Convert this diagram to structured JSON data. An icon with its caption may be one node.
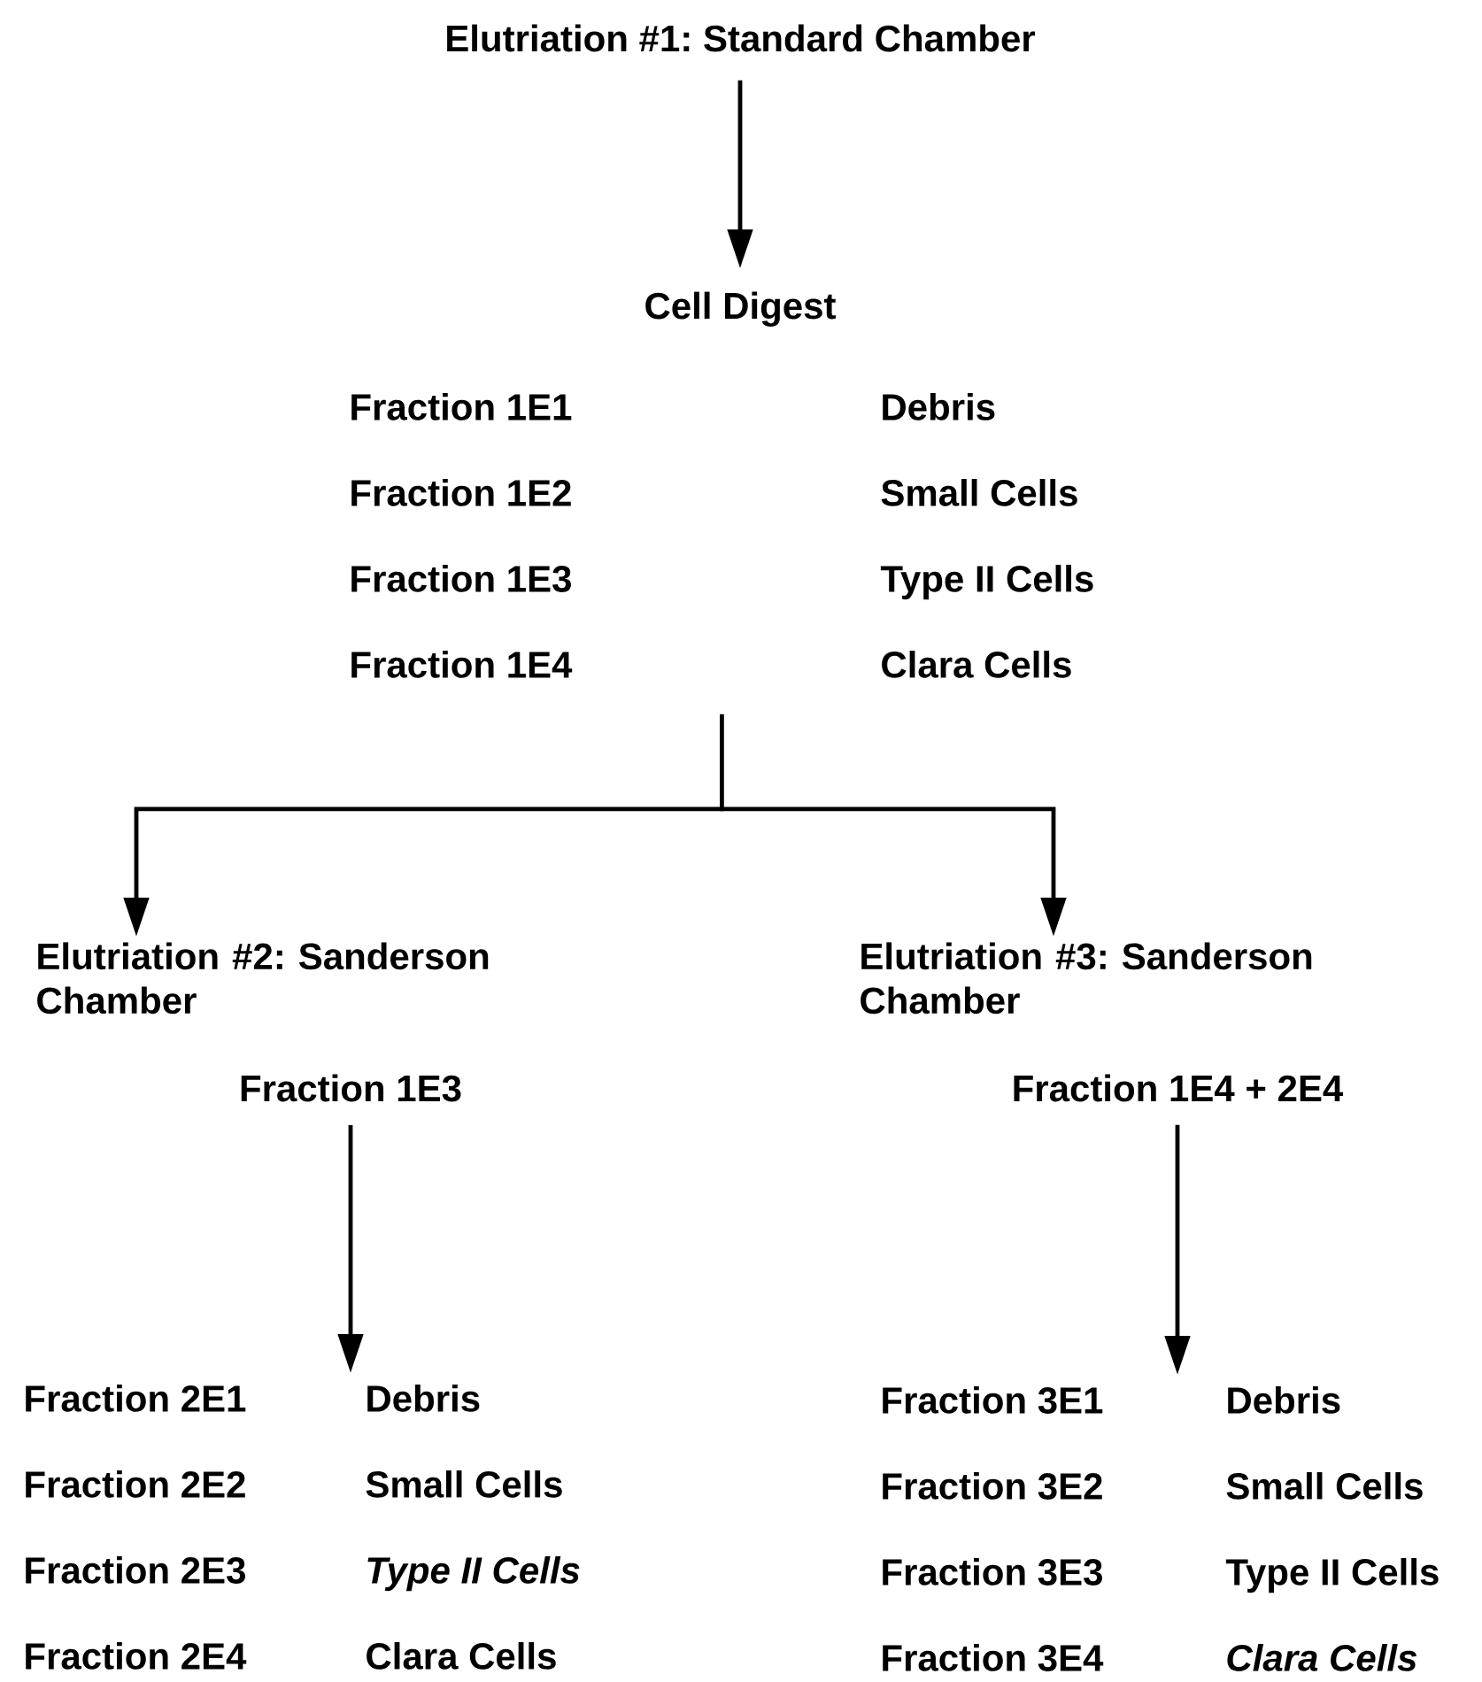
{
  "diagram": {
    "nodes": [
      {
        "text": [
          "Elutriation #1: Standard Chamber"
        ]
      },
      {
        "text": [
          "Cell Digest"
        ]
      },
      {
        "text": [
          "Fraction 1E1",
          "Debris",
          "Fraction 1E2",
          "Small Cells",
          "Fraction 1E3",
          "Type II Cells",
          "Fraction 1E4",
          "Clara Cells"
        ]
      },
      {
        "text": [
          "Elutriation #2: Sanderson Chamber"
        ]
      },
      {
        "text": [
          "Elutriation #3: Sanderson Chamber"
        ]
      },
      {
        "text": [
          "Fraction 1E3"
        ]
      },
      {
        "text": [
          "Fraction 1E4 + 2E4"
        ]
      },
      {
        "text": [
          "Fraction 2E1",
          "Debris",
          "Fraction 2E2",
          "Small Cells",
          "Fraction 2E3",
          "Type II Cells",
          "Fraction 2E4",
          "Clara Cells"
        ]
      },
      {
        "text": [
          "Fraction 3E1",
          "Debris",
          "Fraction 3E2",
          "Small Cells",
          "Fraction 3E3",
          "Type II Cells",
          "Fraction 3E4",
          "Clara Cells"
        ]
      }
    ],
    "edges": [
      {
        "from": 0,
        "to": 1,
        "arrow": "to"
      },
      {
        "from": 2,
        "to": 3,
        "arrow": "to"
      },
      {
        "from": 2,
        "to": 4,
        "arrow": "to"
      },
      {
        "from": 5,
        "to": 7,
        "arrow": "to"
      },
      {
        "from": 6,
        "to": 8,
        "arrow": "to"
      }
    ]
  }
}
